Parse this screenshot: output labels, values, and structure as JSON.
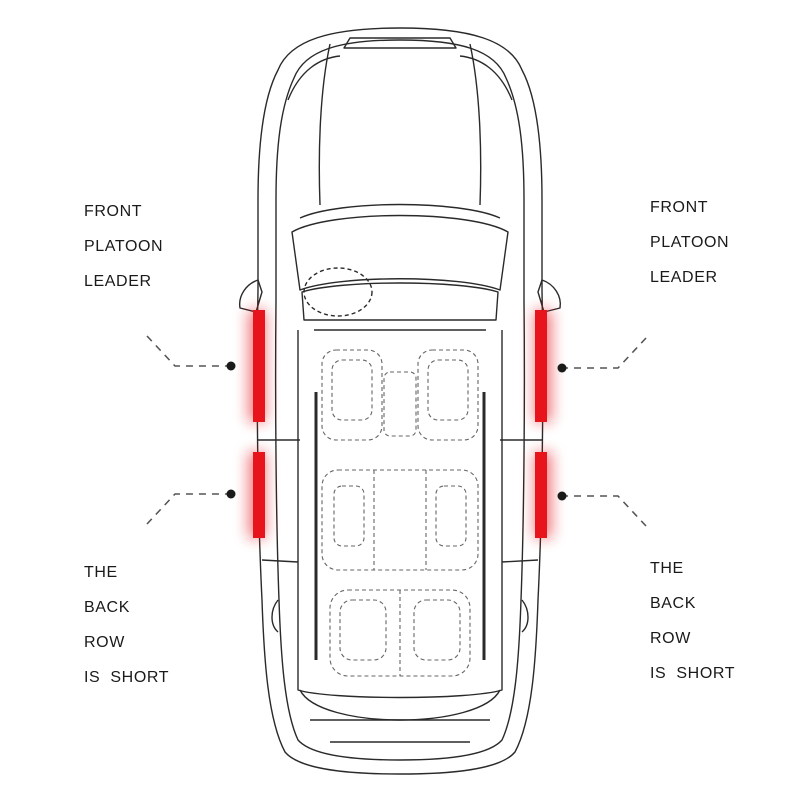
{
  "labels": {
    "front_left": [
      "FRONT",
      "PLATOON",
      "LEADER"
    ],
    "front_right": [
      "FRONT",
      "PLATOON",
      "LEADER"
    ],
    "back_left": [
      "THE",
      "BACK",
      "ROW",
      "IS  SHORT"
    ],
    "back_right": [
      "THE",
      "BACK",
      "ROW",
      "IS  SHORT"
    ]
  },
  "colors": {
    "strip": "#e8141c",
    "line": "#2a2a2a",
    "dashed": "#555555",
    "text": "#1a1a1a"
  }
}
